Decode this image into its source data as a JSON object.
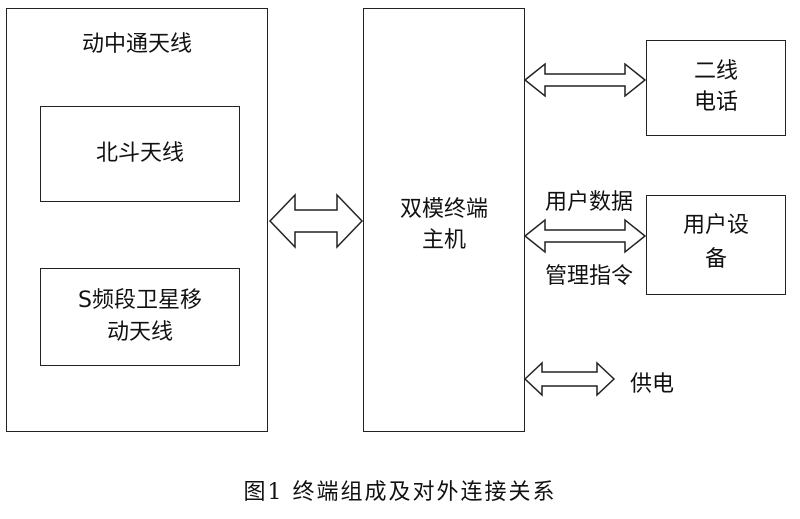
{
  "antenna_group": {
    "title": "动中通天线",
    "beidou": "北斗天线",
    "s_band_line1": "S频段卫星移",
    "s_band_line2": "动天线"
  },
  "host": {
    "line1": "双模终端",
    "line2": "主机"
  },
  "phone": {
    "line1": "二线",
    "line2": "电话"
  },
  "user_device": {
    "line1": "用户设",
    "line2": "备"
  },
  "labels": {
    "user_data": "用户数据",
    "mgmt_cmd": "管理指令",
    "power": "供电"
  },
  "caption": "图1  终端组成及对外连接关系"
}
